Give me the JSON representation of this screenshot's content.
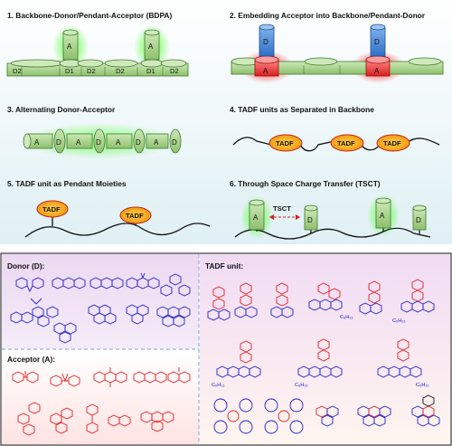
{
  "top": {
    "panel1": {
      "title": "1. Backbone-Donor/Pendant-Acceptor (BDPA)",
      "labels": [
        "D2",
        "D1",
        "D2",
        "D2",
        "D1",
        "D2"
      ],
      "pendants": [
        "A",
        "A"
      ]
    },
    "panel2": {
      "title": "2. Embedding Acceptor into Backbone/Pendant-Donor",
      "pendants": [
        "D",
        "D"
      ],
      "embedded": [
        "A",
        "A"
      ]
    },
    "panel3": {
      "title": "3. Alternating Donor-Acceptor",
      "units": [
        "A",
        "D",
        "A",
        "D",
        "A",
        "D",
        "A",
        "D"
      ]
    },
    "panel4": {
      "title": "4. TADF units as Separated in Backbone",
      "units": [
        "TADF",
        "TADF",
        "TADF"
      ]
    },
    "panel5": {
      "title": "5. TADF unit as Pendant Moieties",
      "units": [
        "TADF",
        "TADF"
      ]
    },
    "panel6": {
      "title": "6. Through Space Charge Transfer (TSCT)",
      "pendants": [
        "A",
        "D",
        "A",
        "D"
      ],
      "arrow_label": "TSCT"
    }
  },
  "bottom": {
    "donor_title": "Donor (D):",
    "acceptor_title": "Acceptor (A):",
    "tadf_title": "TADF unit:",
    "alkyl_label": "C₆H₁₃"
  },
  "colors": {
    "green": "#9fcf7c",
    "green_dark": "#3e7a2f",
    "blue": "#3f83d8",
    "red": "#e23a3a",
    "orange": "#f0a21a",
    "donor_blue": "#2020c8",
    "acceptor_red": "#e02020",
    "dashed": "#7aa7d6"
  }
}
